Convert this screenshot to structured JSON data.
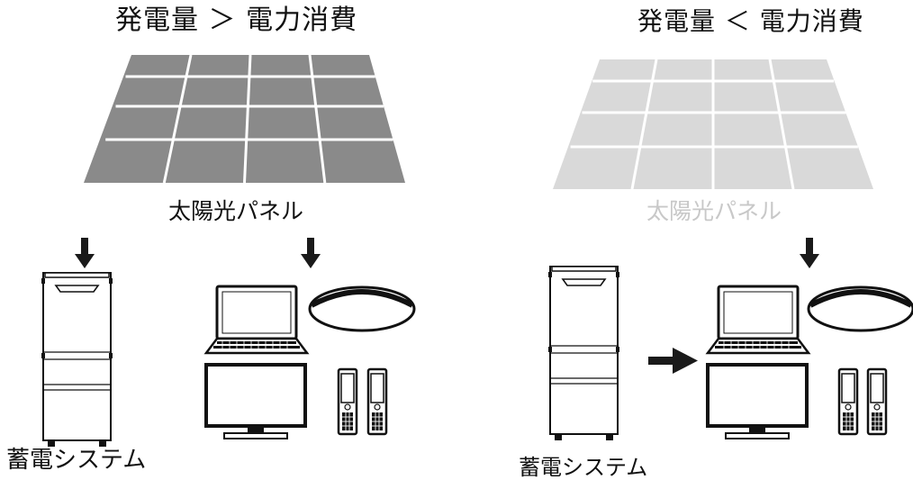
{
  "left": {
    "title": "発電量 ＞ 電力消費",
    "panel_label": "太陽光パネル",
    "storage_label": "蓄電システム"
  },
  "right": {
    "title": "発電量 ＜ 電力消費",
    "panel_label": "太陽光パネル",
    "storage_label": "蓄電システム"
  },
  "colors": {
    "panel_active": "#8a8a8a",
    "panel_inactive": "#d9d9d9",
    "panel_label_inactive": "#c8c8c8",
    "arrow": "#1a1a1a"
  }
}
